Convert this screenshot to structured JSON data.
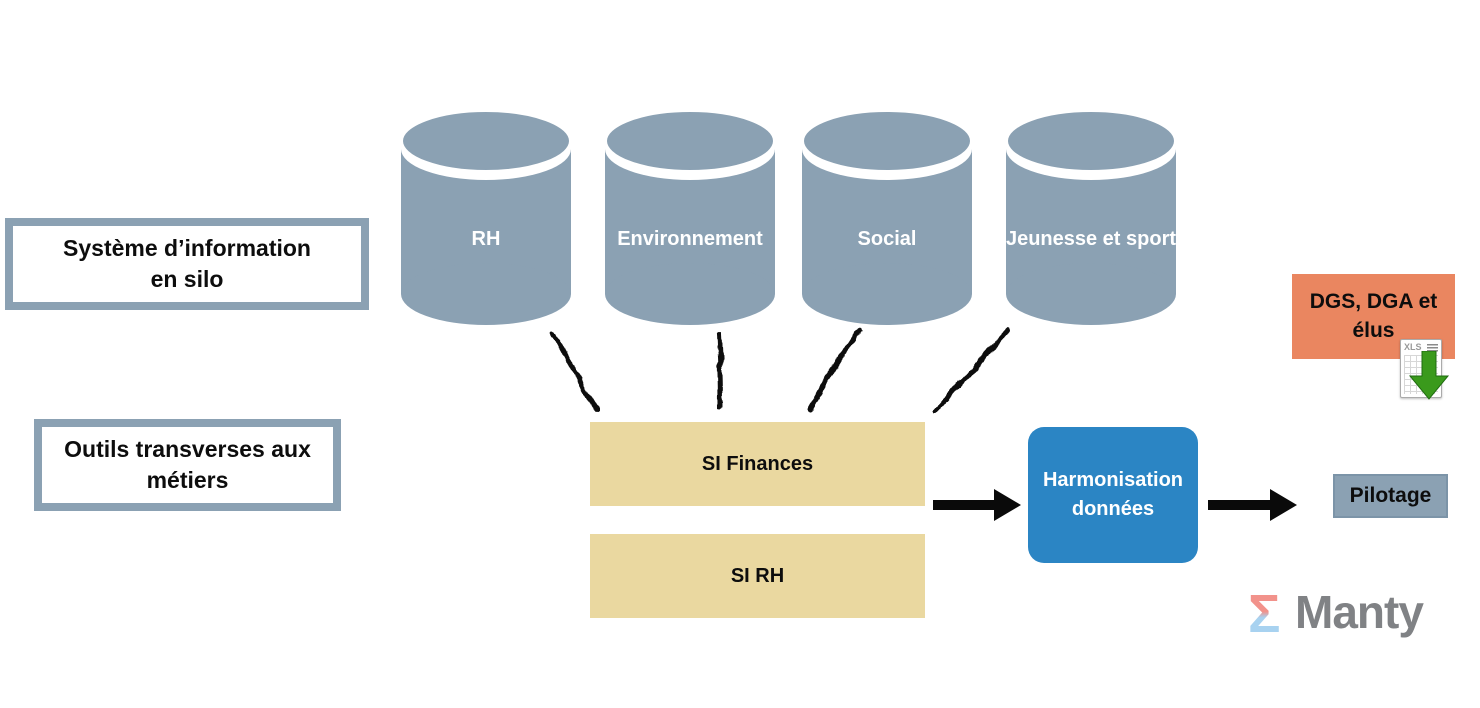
{
  "captions": {
    "silo": "Système d’information\nen silo",
    "transverse": "Outils transverses aux\nmétiers"
  },
  "silos": [
    "RH",
    "Environnement",
    "Social",
    "Jeunesse et sport"
  ],
  "transverse_tools": [
    "SI Finances",
    "SI RH"
  ],
  "process": {
    "harmonisation": "Harmonisation\ndonnées",
    "pilotage": "Pilotage",
    "recipients": "DGS, DGA et\nélus"
  },
  "export_icon": {
    "label": "XLS"
  },
  "logo": {
    "sigma": "Σ",
    "name": "Manty"
  },
  "colors": {
    "silo_gray": "#8BA1B3",
    "tool_tan": "#EAD8A0",
    "process_blue": "#2B85C4",
    "recipient_orange": "#EA8660",
    "pilotage_border": "#7C94A8",
    "arrow_black": "#0A0A0A",
    "logo_gray": "#808285",
    "sigma_pink": "#F2928B",
    "sigma_blue": "#A8D2F0",
    "xls_green": "#3A9A1C"
  }
}
